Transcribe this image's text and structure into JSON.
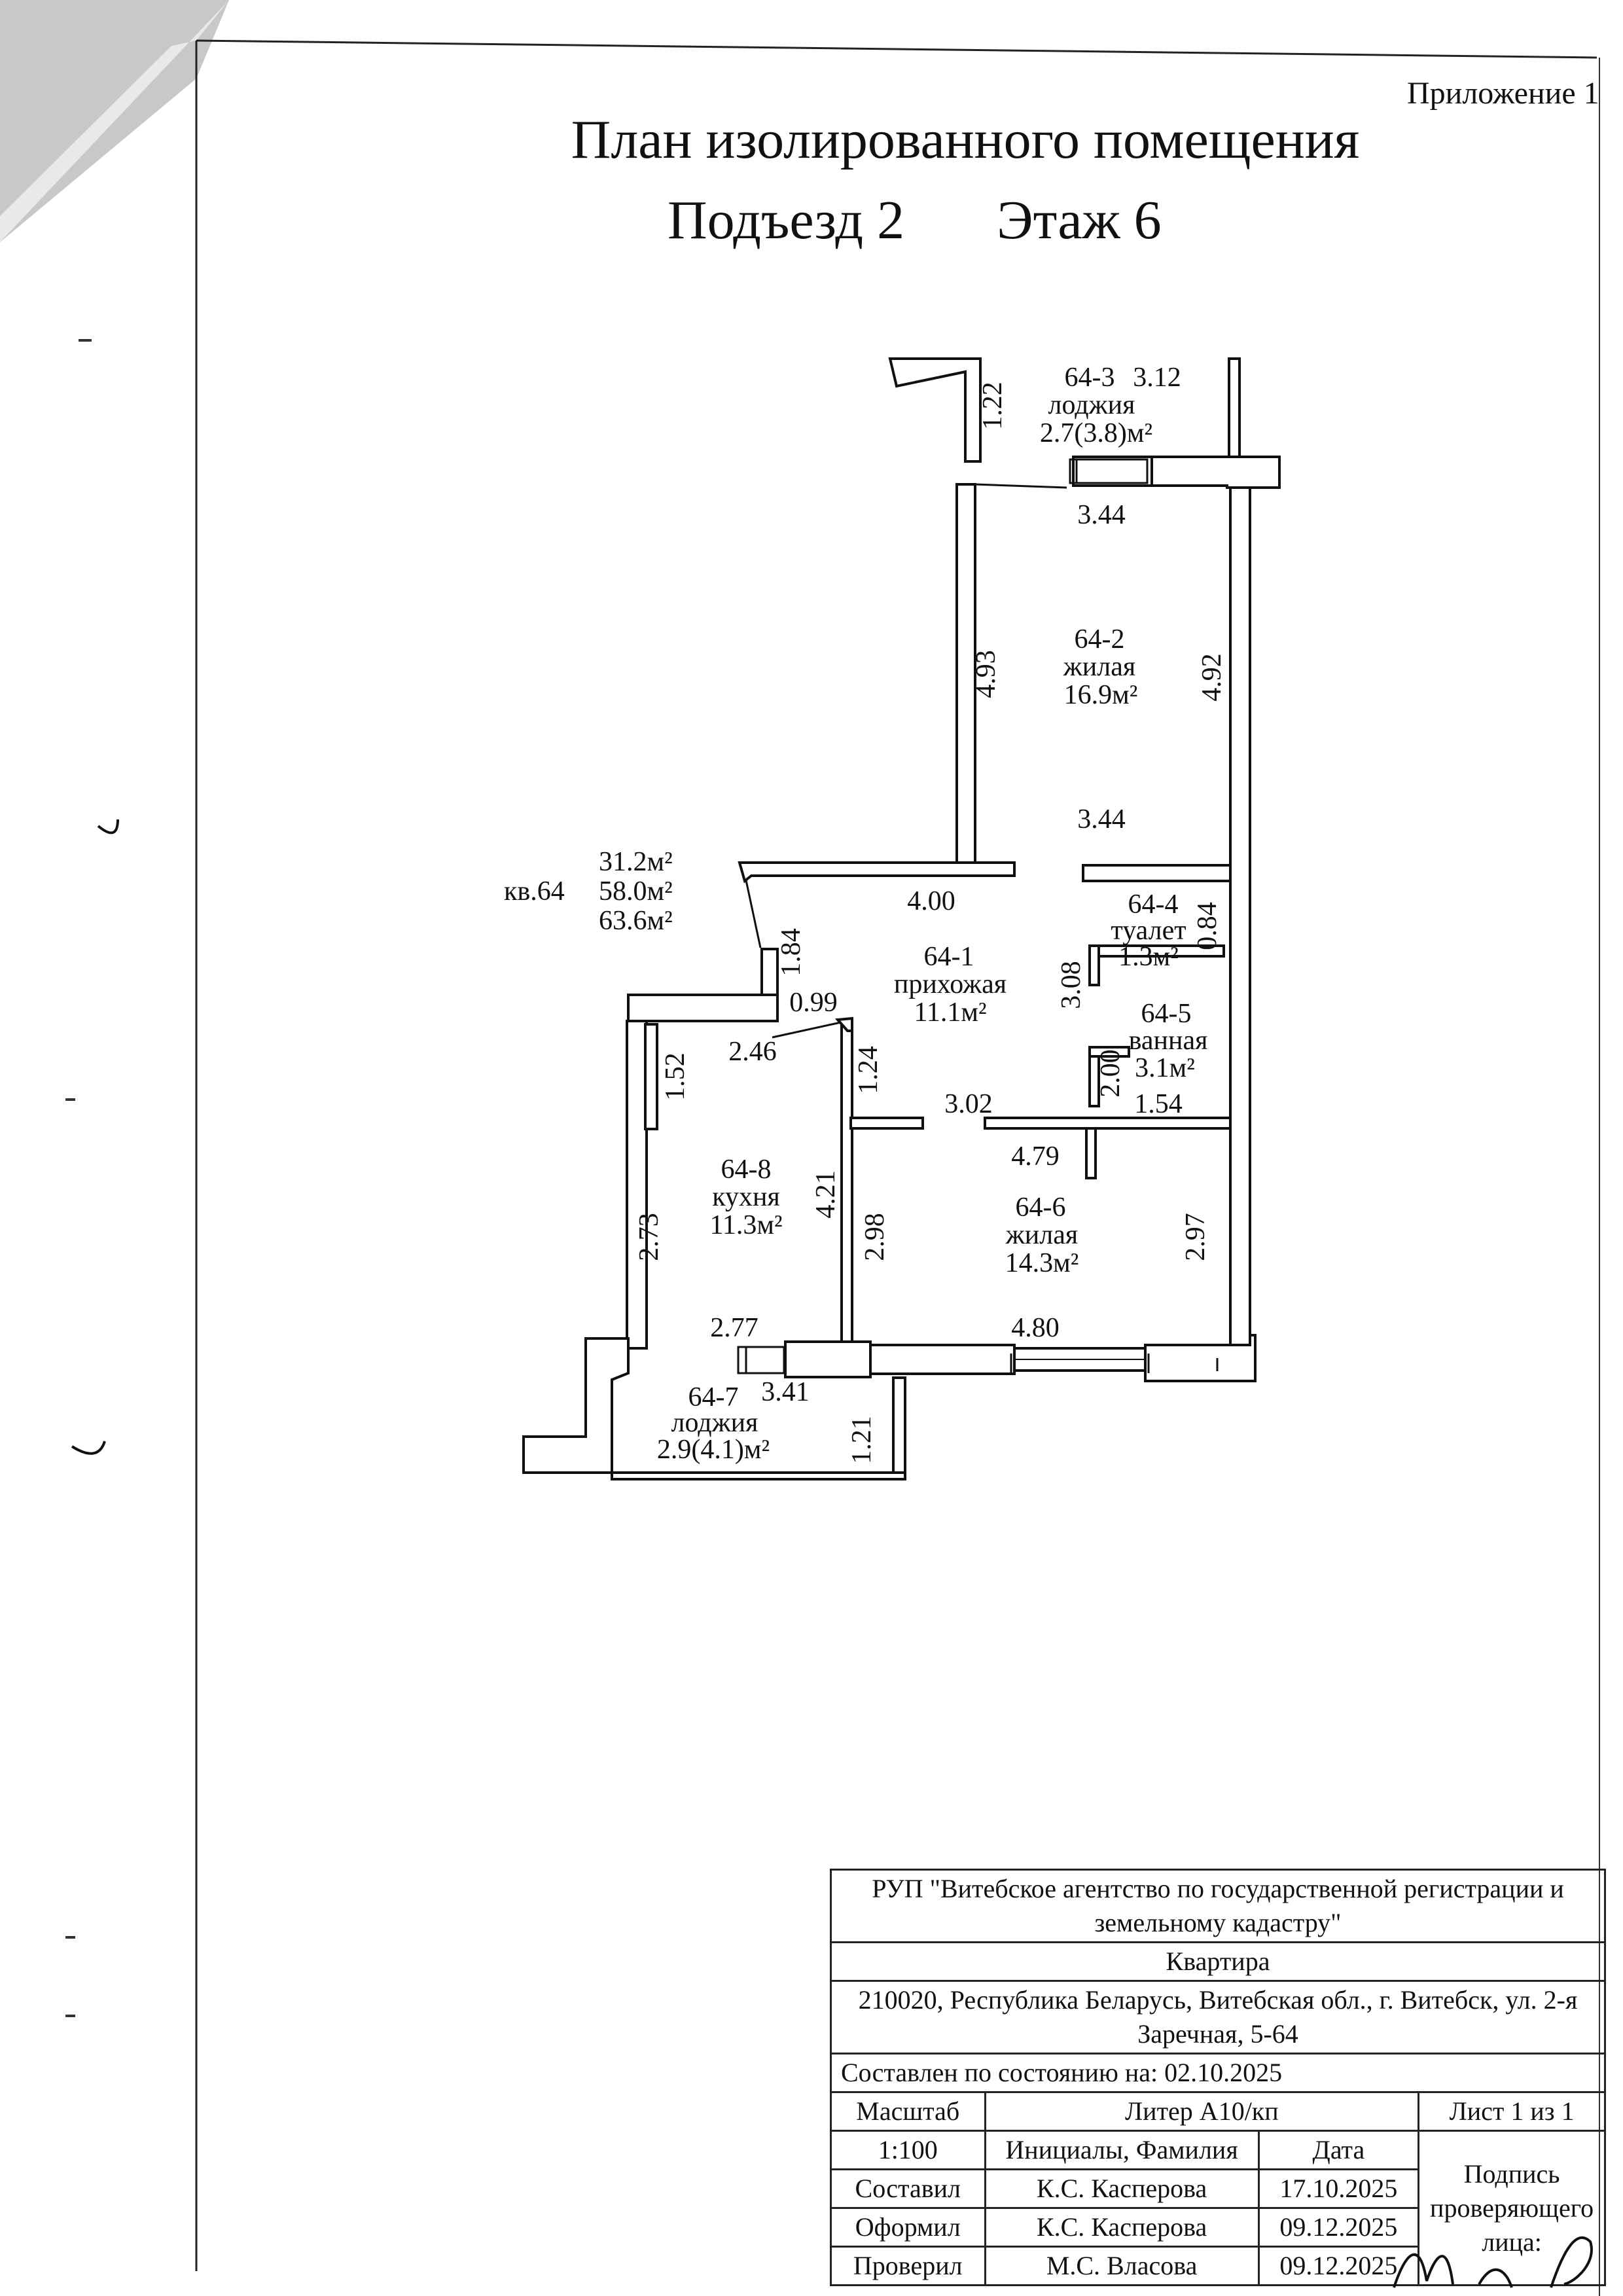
{
  "header": {
    "appendix": "Приложение 1",
    "title": "План изолированного помещения",
    "entrance": "Подъезд 2",
    "floor": "Этаж 6"
  },
  "apartment": {
    "label": "кв.64",
    "area_living": "31.2м²",
    "area_total": "58.0м²",
    "area_with_loggias": "63.6м²"
  },
  "rooms": {
    "r64_3": {
      "id": "64-3",
      "name": "лоджия",
      "area": "2.7(3.8)м²"
    },
    "r64_2": {
      "id": "64-2",
      "name": "жилая",
      "area": "16.9м²"
    },
    "r64_4": {
      "id": "64-4",
      "name": "туалет",
      "area": "1.3м²"
    },
    "r64_1": {
      "id": "64-1",
      "name": "прихожая",
      "area": "11.1м²"
    },
    "r64_5": {
      "id": "64-5",
      "name": "ванная",
      "area": "3.1м²"
    },
    "r64_8": {
      "id": "64-8",
      "name": "кухня",
      "area": "11.3м²"
    },
    "r64_6": {
      "id": "64-6",
      "name": "жилая",
      "area": "14.3м²"
    },
    "r64_7": {
      "id": "64-7",
      "name": "лоджия",
      "area": "2.9(4.1)м²"
    }
  },
  "dimensions": {
    "d_3_12": "3.12",
    "d_1_22": "1.22",
    "d_3_44_top": "3.44",
    "d_4_93": "4.93",
    "d_4_92": "4.92",
    "d_3_44_bottom": "3.44",
    "d_4_00": "4.00",
    "d_0_84": "0.84",
    "d_1_84": "1.84",
    "d_0_99": "0.99",
    "d_3_08": "3.08",
    "d_2_00": "2.00",
    "d_1_52": "1.52",
    "d_2_46": "2.46",
    "d_1_24": "1.24",
    "d_3_02": "3.02",
    "d_1_54": "1.54",
    "d_4_79": "4.79",
    "d_4_21": "4.21",
    "d_2_73": "2.73",
    "d_2_98": "2.98",
    "d_2_97": "2.97",
    "d_2_77": "2.77",
    "d_4_80": "4.80",
    "d_3_41": "3.41",
    "d_1_21": "1.21"
  },
  "title_block": {
    "org": "РУП \"Витебское агентство по государственной регистрации и земельному кадастру\"",
    "object": "Квартира",
    "address": "210020, Республика Беларусь, Витебская обл., г. Витебск, ул. 2-я Заречная, 5-64",
    "state_date": "Составлен по состоянию на: 02.10.2025",
    "scale_label": "Масштаб",
    "liter": "Литер А10/кп",
    "sheet": "Лист  1  из  1",
    "scale_value": "1:100",
    "initials_header": "Инициалы, Фамилия",
    "date_header": "Дата",
    "signature_header": "Подпись проверяющего лица:",
    "rows": [
      {
        "role": "Составил",
        "name": "К.С. Касперова",
        "date": "17.10.2025"
      },
      {
        "role": "Оформил",
        "name": "К.С. Касперова",
        "date": "09.12.2025"
      },
      {
        "role": "Проверил",
        "name": "М.С. Власова",
        "date": "09.12.2025"
      }
    ]
  },
  "colors": {
    "ink": "#111111",
    "paper": "#ffffff",
    "fold_shadow": "#9a9a9a"
  }
}
